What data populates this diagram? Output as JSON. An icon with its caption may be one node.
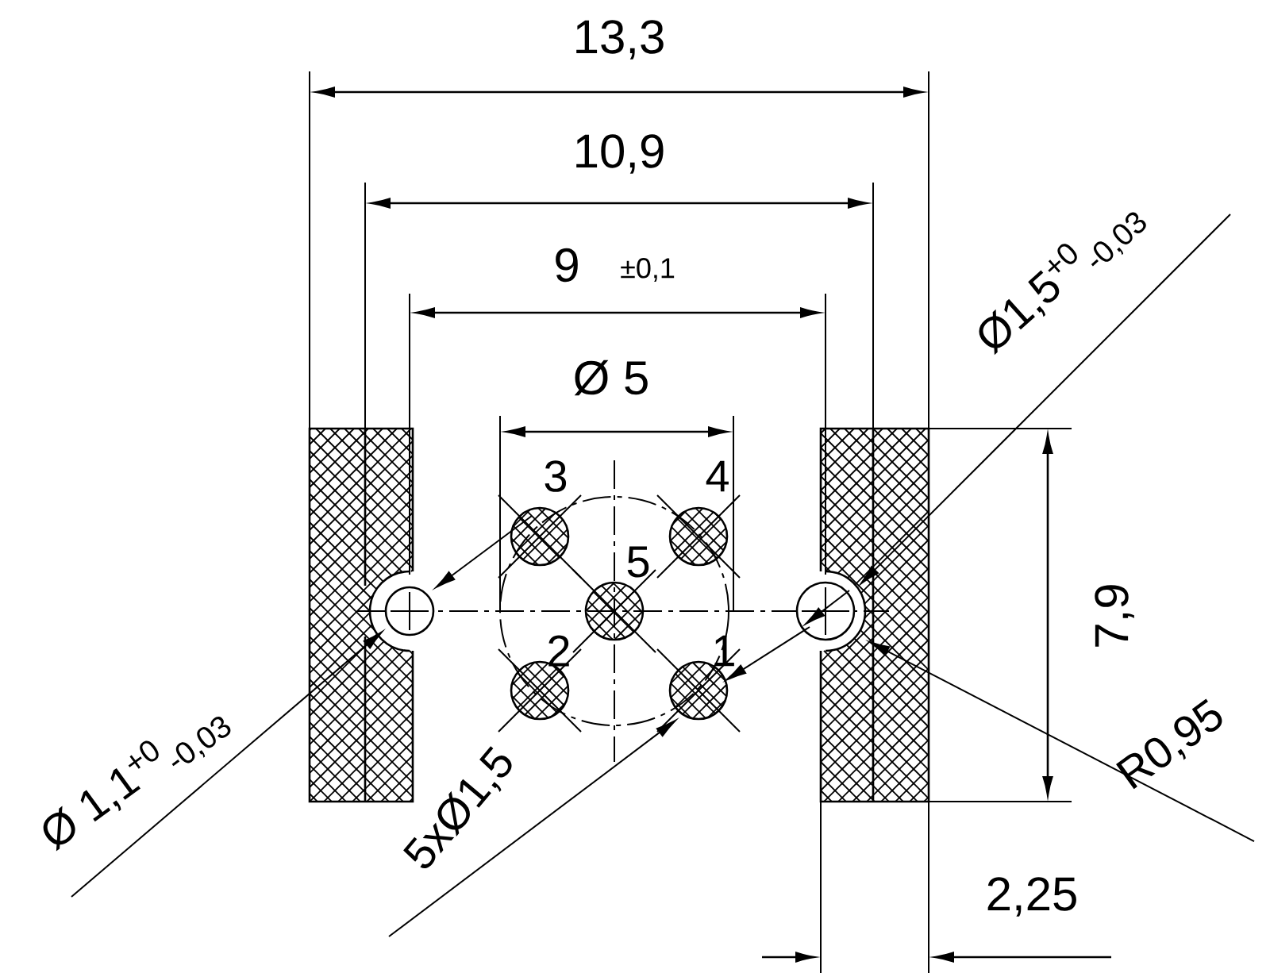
{
  "diagram": {
    "labels": [
      "13,3",
      "10,9",
      "9",
      "±0,1",
      "Ø 5",
      "Ø1,5$^{+0}$$_{-0,03}$",
      "7,9",
      "R0,95",
      "2,25",
      "5xØ1,5",
      "Ø 1,1$^{+0}$$_{-0,03}$",
      "3",
      "4",
      "5",
      "2",
      "1"
    ]
  }
}
